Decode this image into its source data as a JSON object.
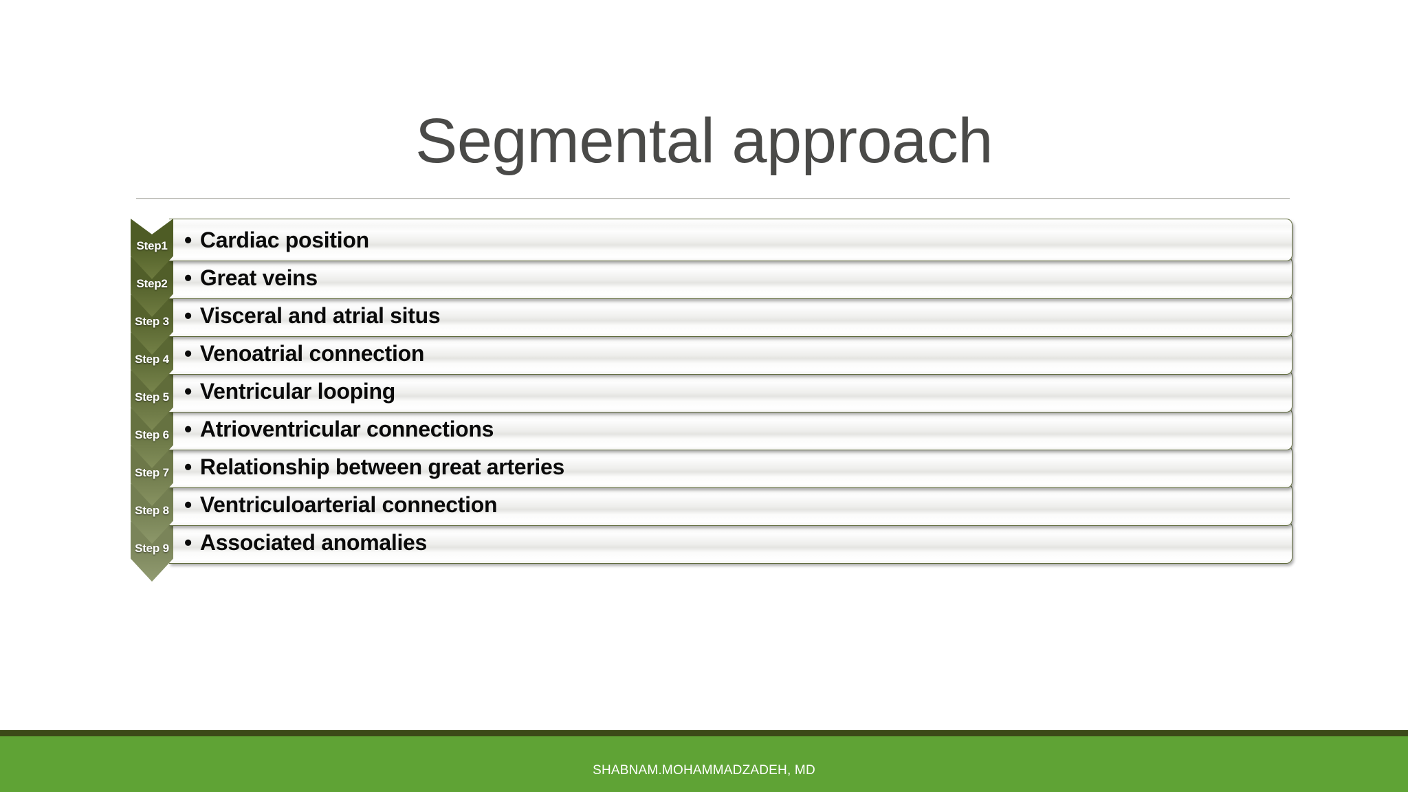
{
  "slide": {
    "title": "Segmental approach",
    "bullet_glyph": "•",
    "colors": {
      "title_text": "#4a4a48",
      "title_rule": "#b9b9b4",
      "footer_band": "#5fa335",
      "footer_stripe": "#3b4a18",
      "bar_border": "#5f6a3c",
      "bar_text": "#0a0a0a",
      "chevron_label": "#ffffff"
    }
  },
  "steps": [
    {
      "marker": "Step1",
      "text": "Cardiac position",
      "color_top": "#4e5c25",
      "color_bottom": "#6d7a3e"
    },
    {
      "marker": "Step2",
      "text": "Great veins",
      "color_top": "#515e29",
      "color_bottom": "#707d42"
    },
    {
      "marker": "Step 3",
      "text": "Visceral and atrial situs",
      "color_top": "#55622d",
      "color_bottom": "#748147"
    },
    {
      "marker": "Step 4",
      "text": "Venoatrial connection",
      "color_top": "#5a6733",
      "color_bottom": "#78854c"
    },
    {
      "marker": "Step 5",
      "text": "Ventricular looping",
      "color_top": "#606c3a",
      "color_bottom": "#7d8953"
    },
    {
      "marker": "Step 6",
      "text": "Atrioventricular connections",
      "color_top": "#667241",
      "color_bottom": "#828e5a"
    },
    {
      "marker": "Step 7",
      "text": "Relationship between great arteries",
      "color_top": "#6d7849",
      "color_bottom": "#889362"
    },
    {
      "marker": "Step 8",
      "text": "Ventriculoarterial connection",
      "color_top": "#737e51",
      "color_bottom": "#8d986a"
    },
    {
      "marker": "Step 9",
      "text": "Associated anomalies",
      "color_top": "#7a8459",
      "color_bottom": "#929c72"
    }
  ],
  "footer": {
    "text": "SHABNAM.MOHAMMADZADEH, MD"
  }
}
